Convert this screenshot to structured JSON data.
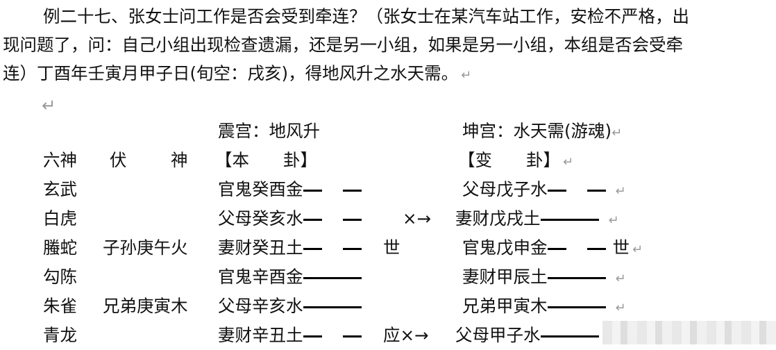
{
  "paragraph": {
    "lines": [
      "例二十七、张女士问工作是否会受到牵连？（张女士在某汽车站工作，安检不严格，出",
      "现问题了，问：自己小组出现检查遗漏，还是另一小组，如果是另一小组，本组是否会受牵",
      "连）丁酉年壬寅月甲子日(旬空：戌亥)，得地风升之水天需。"
    ]
  },
  "paragraph_mark": "↵",
  "header": {
    "original_palace": "震宫：地风升",
    "changed_palace": "坤宫：水天需(游魂)",
    "col_six_spirits": "六神",
    "col_hidden_1": "伏",
    "col_hidden_2": "神",
    "col_original": "【本　　卦】",
    "col_changed": "【变　　卦】"
  },
  "rows": [
    {
      "spirit": "玄武",
      "hidden": "",
      "original": "官鬼癸酉金",
      "orig_line": "yin",
      "orig_mark": "",
      "moving": "",
      "changed": "父母戊子水",
      "chg_line": "yin",
      "chg_mark": ""
    },
    {
      "spirit": "白虎",
      "hidden": "",
      "original": "父母癸亥水",
      "orig_line": "yin",
      "orig_mark": "",
      "moving": "×→",
      "changed": "妻财戊戌土",
      "chg_line": "yang",
      "chg_mark": ""
    },
    {
      "spirit": "螣蛇",
      "hidden": "子孙庚午火",
      "original": "妻财癸丑土",
      "orig_line": "yin",
      "orig_mark": "世",
      "moving": "",
      "changed": "官鬼戊申金",
      "chg_line": "yin",
      "chg_mark": "世"
    },
    {
      "spirit": "勾陈",
      "hidden": "",
      "original": "官鬼辛酉金",
      "orig_line": "yang",
      "orig_mark": "",
      "moving": "",
      "changed": "妻财甲辰土",
      "chg_line": "yang",
      "chg_mark": ""
    },
    {
      "spirit": "朱雀",
      "hidden": "兄弟庚寅木",
      "original": "父母辛亥水",
      "orig_line": "yang",
      "orig_mark": "",
      "moving": "",
      "changed": "兄弟甲寅木",
      "chg_line": "yang",
      "chg_mark": ""
    },
    {
      "spirit": "青龙",
      "hidden": "",
      "original": "妻财辛丑土",
      "orig_line": "yin",
      "orig_mark": "应",
      "moving": "×→",
      "changed": "父母甲子水",
      "chg_line": "yang",
      "chg_mark": ""
    }
  ]
}
